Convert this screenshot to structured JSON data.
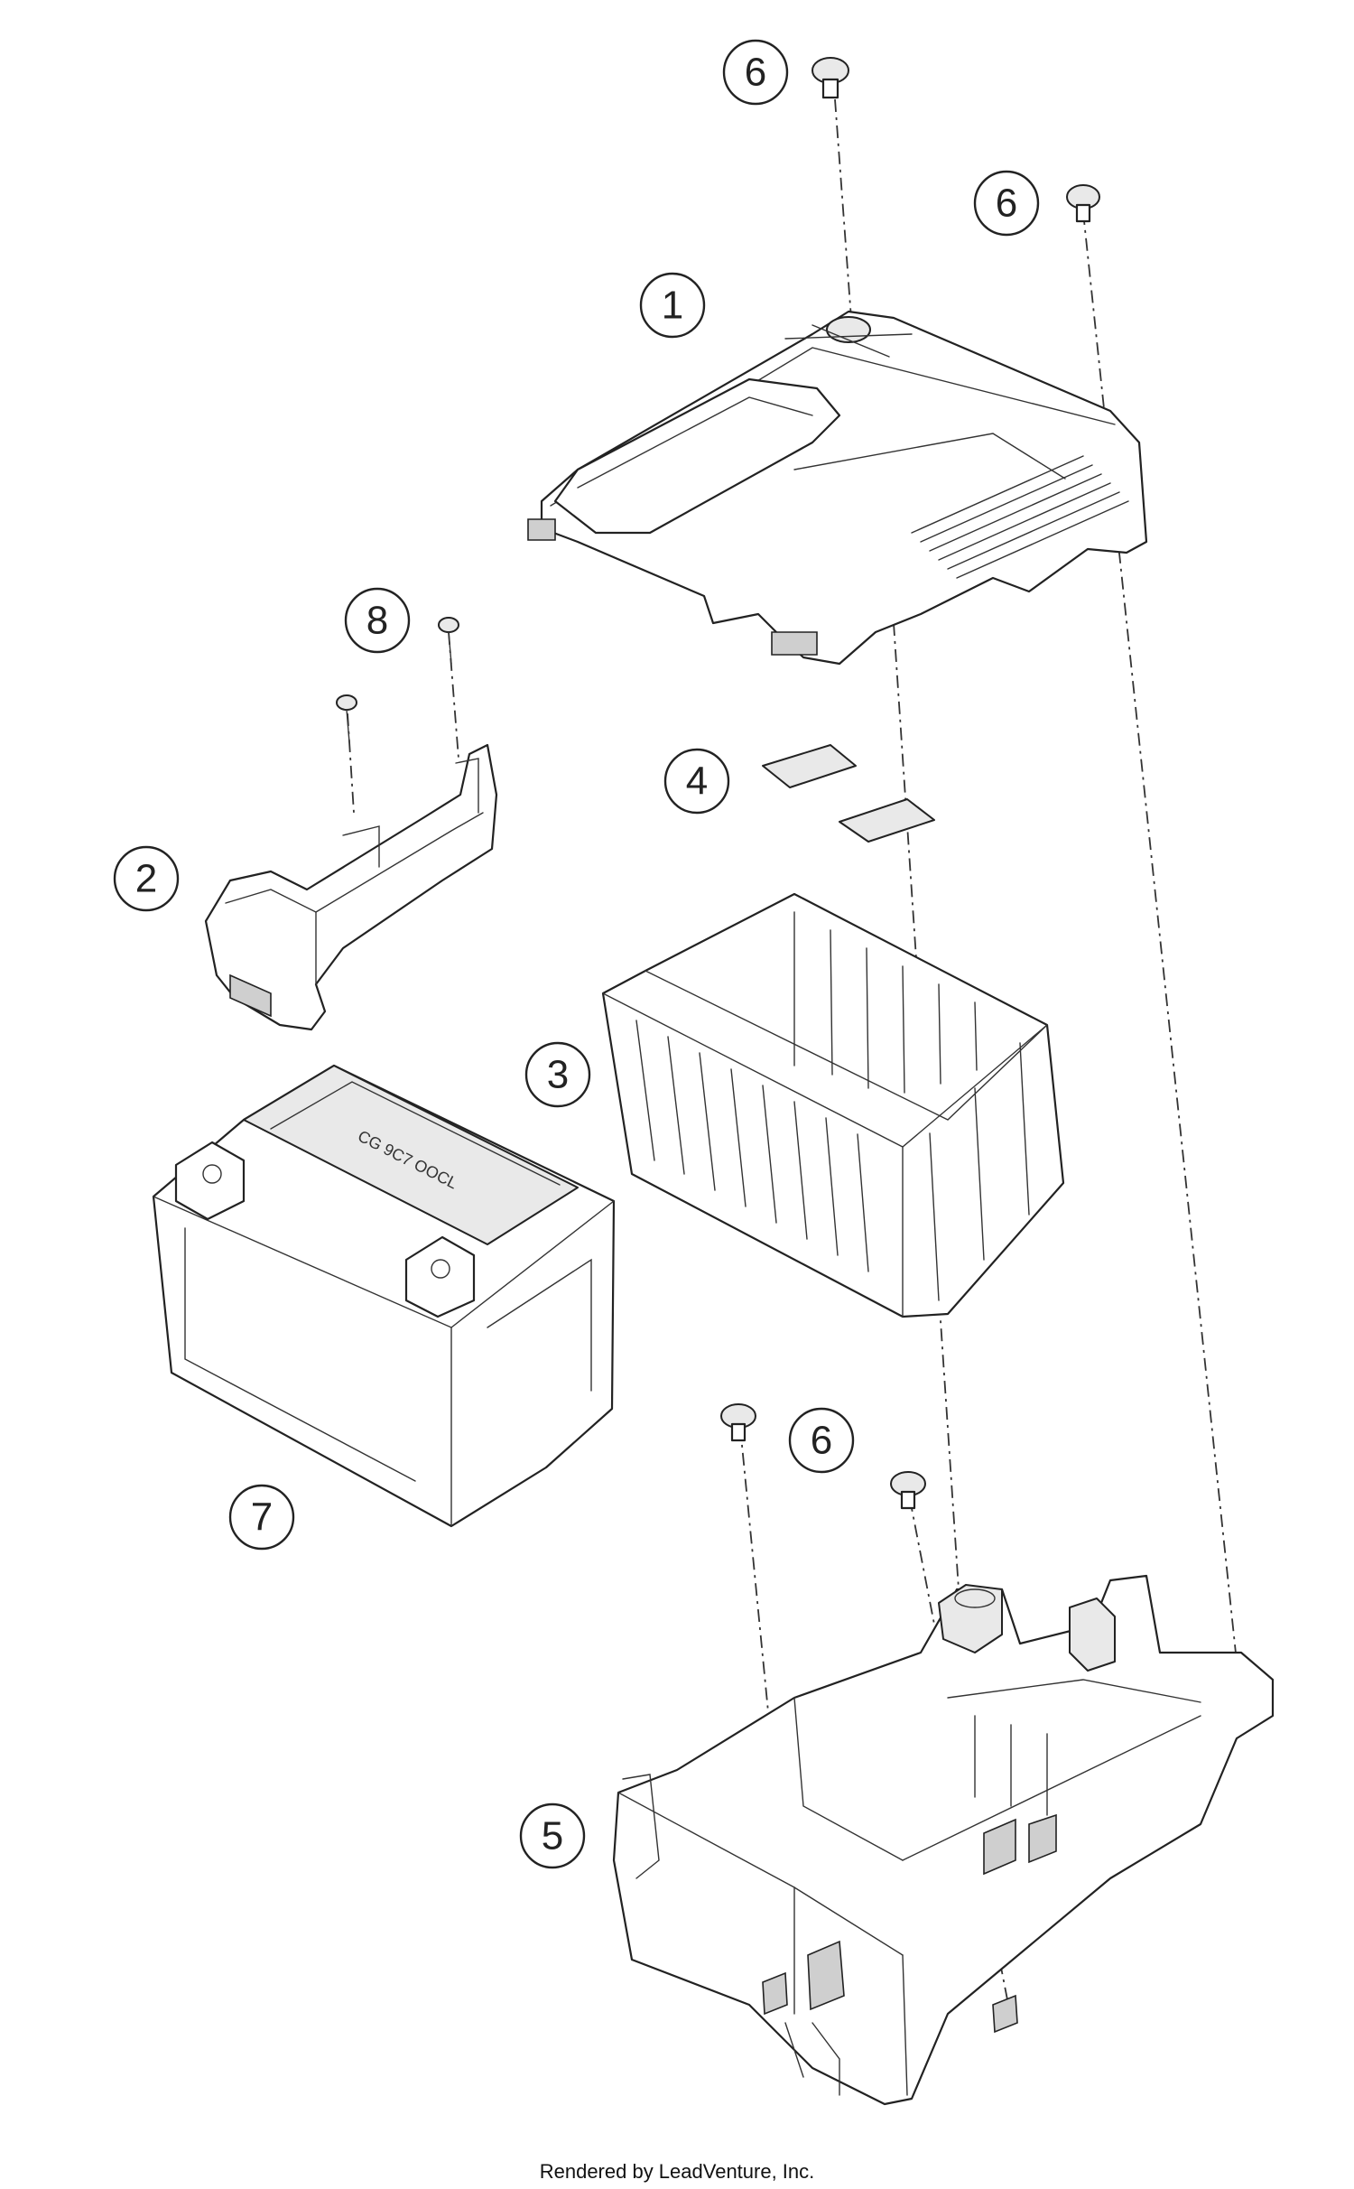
{
  "callouts": [
    {
      "id": "c1",
      "label": "1"
    },
    {
      "id": "c2",
      "label": "2"
    },
    {
      "id": "c3",
      "label": "3"
    },
    {
      "id": "c4",
      "label": "4"
    },
    {
      "id": "c5",
      "label": "5"
    },
    {
      "id": "c6a",
      "label": "6"
    },
    {
      "id": "c6b",
      "label": "6"
    },
    {
      "id": "c6c",
      "label": "6"
    },
    {
      "id": "c7",
      "label": "7"
    },
    {
      "id": "c8",
      "label": "8"
    }
  ],
  "battery_marking": "CG 9C7 OOCL",
  "footer": "Rendered by LeadVenture, Inc."
}
